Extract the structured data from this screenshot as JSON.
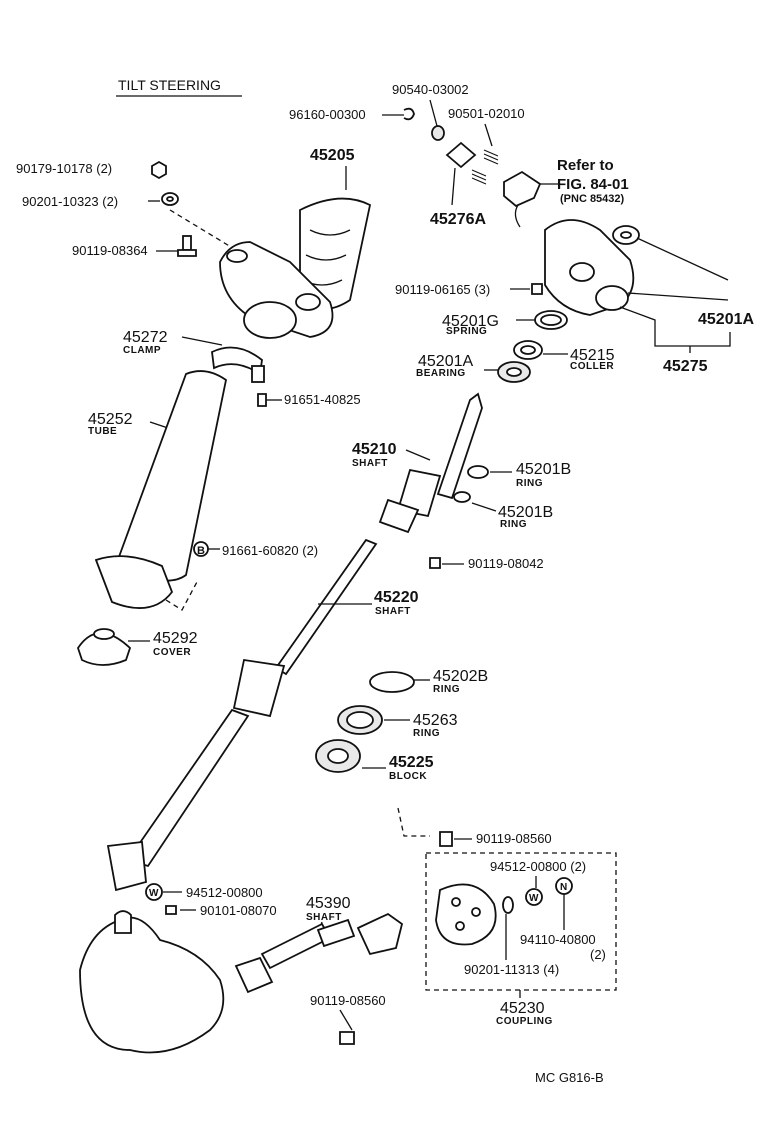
{
  "title": "TILT STEERING",
  "footer_code": "MC  G816-B",
  "parts": {
    "p90540": "90540-03002",
    "p96160": "96160-00300",
    "p90501": "90501-02010",
    "p90179": "90179-10178 (2)",
    "p45205": "45205",
    "p90201a": "90201-10323 (2)",
    "refer1": "Refer to",
    "refer2": "FIG. 84-01",
    "refer3": "(PNC 85432)",
    "p45276A": "45276A",
    "p90119a": "90119-08364",
    "p90119b": "90119-06165 (3)",
    "p45201A_top": "45201A",
    "p45201G": "45201G",
    "p45201G_name": "SPRING",
    "p45272": "45272",
    "p45272_name": "CLAMP",
    "p45201A": "45201A",
    "p45201A_name": "BEARING",
    "p45215": "45215",
    "p45215_name": "COLLER",
    "p45275": "45275",
    "p91651": "91651-40825",
    "p45252": "45252",
    "p45252_name": "TUBE",
    "p45210": "45210",
    "p45210_name": "SHAFT",
    "p45201B_1": "45201B",
    "p45201B_1_name": "RING",
    "p45201B_2": "45201B",
    "p45201B_2_name": "RING",
    "b_letter": "B",
    "p91661": "91661-60820 (2)",
    "p90119c": "90119-08042",
    "p45220": "45220",
    "p45220_name": "SHAFT",
    "p45292": "45292",
    "p45292_name": "COVER",
    "p45202B": "45202B",
    "p45202B_name": "RING",
    "p45263": "45263",
    "p45263_name": "RING",
    "p45225": "45225",
    "p45225_name": "BLOCK",
    "p90119d": "90119-08560",
    "p94512a": "94512-00800 (2)",
    "w_letter": "W",
    "n_letter": "N",
    "p94512b": "94512-00800",
    "p90101": "90101-08070",
    "p45390": "45390",
    "p45390_name": "SHAFT",
    "p94110": "94110-40800",
    "p94110_qty": "(2)",
    "p90201b": "90201-11313 (4)",
    "p90119e": "90119-08560",
    "p45230": "45230",
    "p45230_name": "COUPLING"
  }
}
